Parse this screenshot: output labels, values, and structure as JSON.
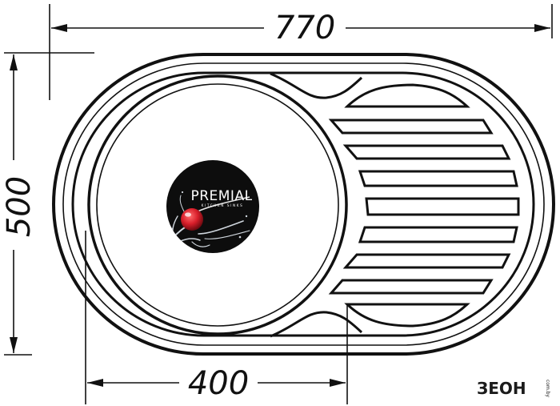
{
  "dimensions": {
    "width_label": "770",
    "height_label": "500",
    "bowl_label": "400"
  },
  "logo": {
    "name": "PREMIAL",
    "tagline": "KITCHEN SINKS"
  },
  "watermark": {
    "brand": "ЗЕОН",
    "suffix": "com.by"
  },
  "colors": {
    "line": "#111111",
    "logo_disc": "#0d0d0d",
    "cherry": "#d81e2a"
  },
  "icons": {
    "logo": "cherry-splash-icon",
    "watermark": "zeon-brand-icon"
  }
}
